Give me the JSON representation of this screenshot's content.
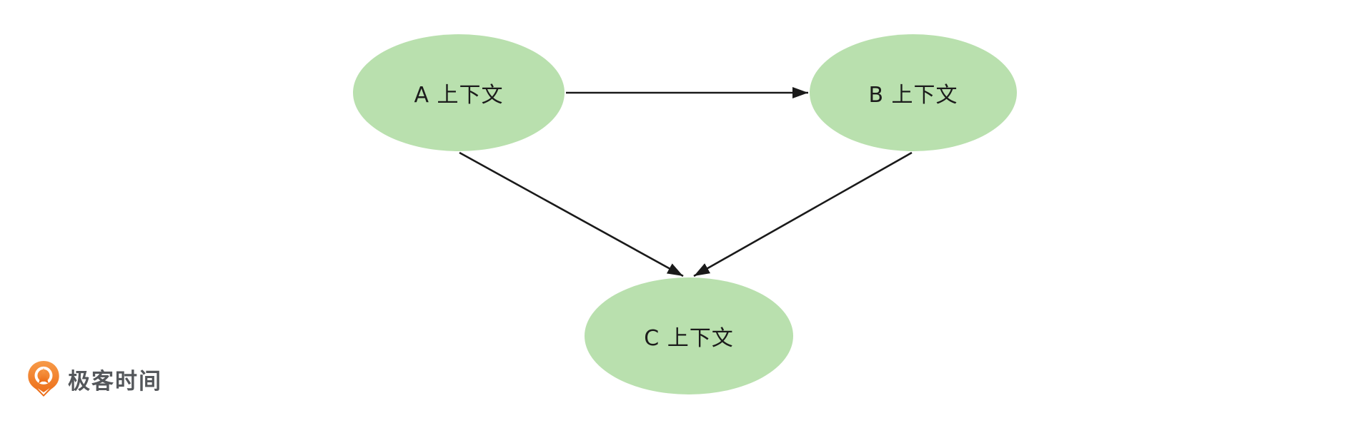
{
  "diagram": {
    "nodes": [
      {
        "id": "A",
        "label": "A 上下文"
      },
      {
        "id": "B",
        "label": "B 上下文"
      },
      {
        "id": "C",
        "label": "C 上下文"
      }
    ],
    "edges": [
      {
        "from": "A",
        "to": "B",
        "arrow": "end"
      },
      {
        "from": "A",
        "to": "C",
        "arrow": "end"
      },
      {
        "from": "B",
        "to": "C",
        "arrow": "end"
      }
    ],
    "colors": {
      "node_fill": "#b9e0ae",
      "edge_stroke": "#1a1a1a",
      "node_text": "#1c1c1c",
      "background": "#ffffff"
    }
  },
  "branding": {
    "logo_text": "极客时间",
    "logo_orange": "#ee7624",
    "logo_text_color": "#54575b"
  }
}
